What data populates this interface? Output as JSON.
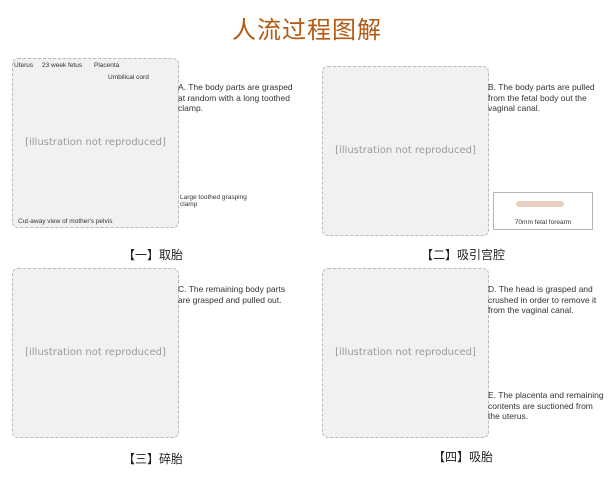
{
  "title": "人流过程图解",
  "placeholder_text": "[illustration not reproduced]",
  "panels": [
    {
      "step": "【一】取胎",
      "caption": "A. The body parts are grasped at random with a long toothed clamp.",
      "labels": [
        "Uterus",
        "23 week fetus",
        "Placenta",
        "Umbilical cord",
        "Large toothed grasping clamp",
        "Cut-away view of mother's pelvis"
      ]
    },
    {
      "step": "【二】吸引宫腔",
      "caption": "B. The body parts are pulled from the fetal body out the vaginal canal.",
      "inset_label": "70mm fetal forearm"
    },
    {
      "step": "【三】碎胎",
      "caption": "C. The remaining body parts are grasped and pulled out."
    },
    {
      "step": "【四】吸胎",
      "caption": "D. The head is grasped and crushed in order to remove it from the vaginal canal.",
      "caption2": "E. The placenta and remaining contents are suctioned from the uterus."
    }
  ]
}
